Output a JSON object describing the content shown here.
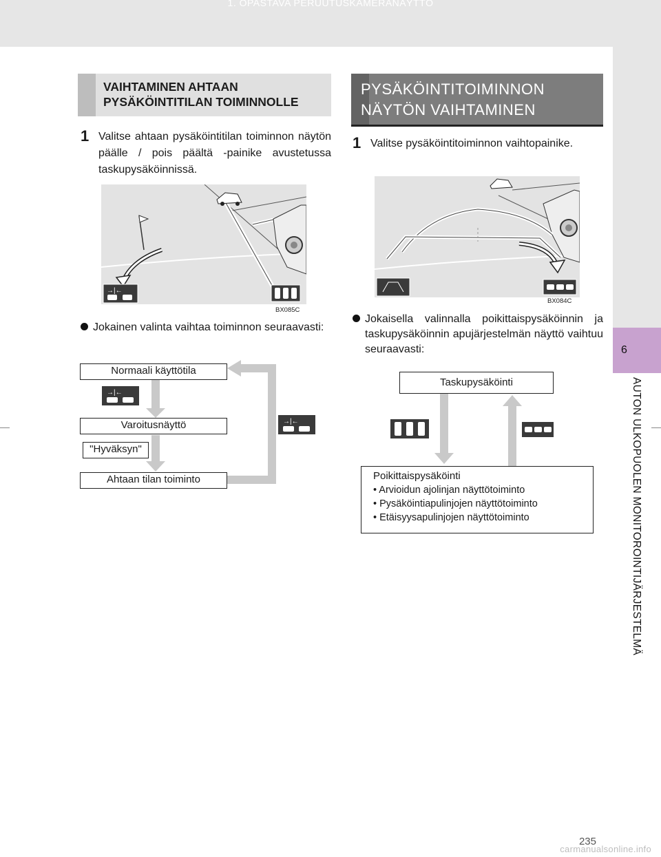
{
  "page": {
    "header": "1. OPASTAVA PERUUTUSKAMERANÄYTTÖ",
    "page_number": "235",
    "chapter_number": "6",
    "chapter_title": "AUTON ULKOPUOLEN MONITOROINTIJÄRJESTELMÄ",
    "watermark": "carmanualsonline.info"
  },
  "left": {
    "title": "VAIHTAMINEN AHTAAN PYSÄKÖINTITILAN TOIMINNOLLE",
    "step_number": "1",
    "step_text": "Valitse ahtaan pysäköintitilan toiminnon näytön päälle / pois päältä -painike avustetussa taskupysäköinnissä.",
    "image_code": "BX085C",
    "bullet": "Jokainen valinta vaihtaa toiminnon seuraavasti:",
    "flow": {
      "box1": "Normaali käyttötila",
      "box2": "Varoitusnäyttö",
      "box3": "\"Hyväksyn\"",
      "box4": "Ahtaan tilan toiminto"
    }
  },
  "right": {
    "title": "PYSÄKÖINTITOIMINNON NÄYTÖN VAIHTAMINEN",
    "step_number": "1",
    "step_text": "Valitse pysäköintitoiminnon vaihtopainike.",
    "image_code": "BX084C",
    "bullet": "Jokaisella valinnalla poikittaispysäköinnin ja taskupysäköinnin apujärjestelmän näyttö vaihtuu seuraavasti:",
    "flow": {
      "top_box": "Taskupysäköinti",
      "bottom_title": "Poikittaispysäköinti",
      "bottom_items": [
        "• Arvioidun ajolinjan näyttötoiminto",
        "• Pysäköintiapulinjojen näyttötoiminto",
        "• Etäisyysapulinjojen näyttötoiminto"
      ]
    }
  },
  "icons": {
    "narrow_space": "narrow-parking-icon",
    "pocket": "pocket-parking-icon",
    "perpendicular": "perpendicular-parking-icon"
  }
}
